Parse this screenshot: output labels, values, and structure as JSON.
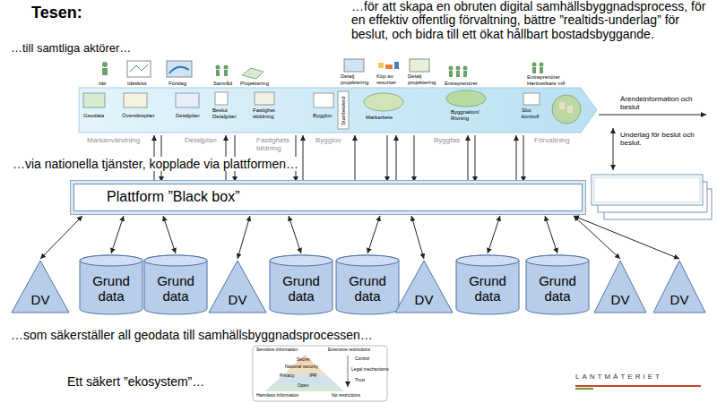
{
  "diagram": {
    "title": "Tesen:",
    "nodes": [
      {
        "text": [
          "Plattform ”Black box”"
        ]
      },
      {
        "text": [
          "DV"
        ]
      },
      {
        "text": [
          "Grund data"
        ]
      },
      {
        "text": [
          "Grund data"
        ]
      },
      {
        "text": [
          "DV"
        ]
      },
      {
        "text": [
          "Grund data"
        ]
      },
      {
        "text": [
          "Grund data"
        ]
      },
      {
        "text": [
          "DV"
        ]
      },
      {
        "text": [
          "Grund data"
        ]
      },
      {
        "text": [
          "Grund data"
        ]
      },
      {
        "text": [
          "DV"
        ]
      },
      {
        "text": [
          "DV"
        ]
      }
    ],
    "edges": [
      {
        "from": 0,
        "to": 1,
        "arrow": "both"
      },
      {
        "from": 0,
        "to": 2,
        "arrow": "both"
      },
      {
        "from": 0,
        "to": 3,
        "arrow": "both"
      },
      {
        "from": 0,
        "to": 4,
        "arrow": "both"
      },
      {
        "from": 0,
        "to": 5,
        "arrow": "both"
      },
      {
        "from": 0,
        "to": 6,
        "arrow": "both"
      },
      {
        "from": 0,
        "to": 7,
        "arrow": "both"
      },
      {
        "from": 0,
        "to": 8,
        "arrow": "both"
      },
      {
        "from": 0,
        "to": 9,
        "arrow": "both"
      },
      {
        "from": 0,
        "to": 10,
        "arrow": "both"
      },
      {
        "from": 0,
        "to": 11,
        "arrow": "both"
      }
    ],
    "labels": [
      "…till samtliga aktörer…",
      "…för att skapa en obruten digital samhällsbyggnadsprocess, för en effektiv offentlig förvaltning, bättre ”realtids-underlag” för beslut, och bidra till ett ökat hållbart bostadsbyggande.",
      "Idé",
      "Idéskiss",
      "Förslag",
      "Samråd",
      "Projektering",
      "Detalj projektering",
      "Köp av resurser",
      "Detalj projektering",
      "Entreprenörer",
      "Entreprenörer Hantverkare mfl",
      "Geodata",
      "Översiktsplan",
      "Detaljplan",
      "Beslut Detaljplan",
      "Fastighet sbildning",
      "Bygglov",
      "Startbesked",
      "Markarbete",
      "Byggnation/ Rivning",
      "Slut kontroll",
      "Markanvändning",
      "Detaljplan",
      "Fastighets bildning",
      "Bygglov",
      "Byggfas",
      "Förvaltning",
      "Ärendeinformation och beslut",
      "Underlag för beslut och beslut.",
      "…via nationella tjänster, kopplade via plattformen…",
      "…som säkerställer all geodata till samhällsbyggnadsprocessen…",
      "Ett säkert ”ekosystem”…",
      "LANTMÄTERIET",
      "Sensitive information",
      "Extensive restrictions",
      "Secret",
      "Control",
      "National security",
      "Legal mechanisms",
      "Privacy",
      "IPR",
      "Trust",
      "Open",
      "Harmless information",
      "No restrictions"
    ]
  }
}
